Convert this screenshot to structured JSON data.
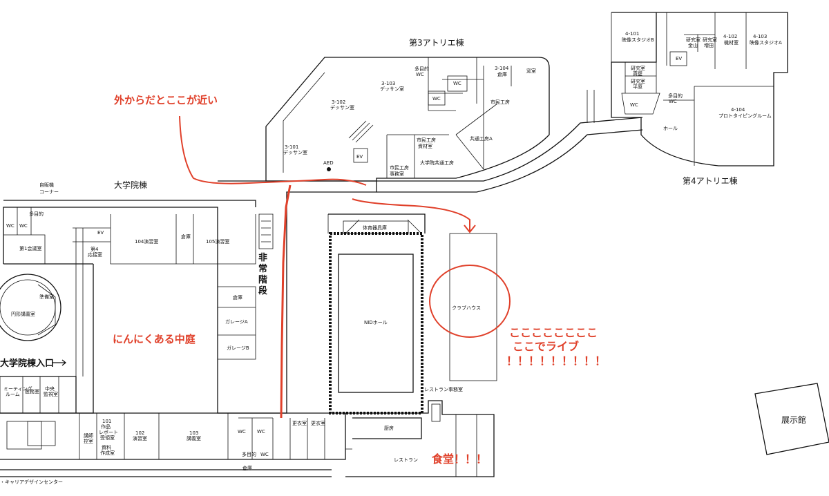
{
  "buildings": {
    "atelier3": "第3アトリエ棟",
    "atelier4": "第4アトリエ棟",
    "grad": "大学院棟",
    "grad_entrance": "大学院棟入口",
    "exhibit": "展示館",
    "stairs": "非常階段"
  },
  "rooms": {
    "r3_101": "3-101",
    "r3_101b": "デッサン室",
    "r3_102": "3-102",
    "r3_102b": "デッサン室",
    "r3_103": "3-103",
    "r3_103b": "デッサン室",
    "r3_104": "3-104",
    "r3_104b": "倉庫",
    "warehouse_a3": "窯室",
    "mp_wc": "多目的",
    "mp_wc2": "WC",
    "wc": "WC",
    "citizen_workshop": "市民工房",
    "shared_workshop_a": "共通工房A",
    "citizen_mat": "市民工房",
    "citizen_mat2": "資材室",
    "grad_shared": "大学院共通工房",
    "citizen_office": "市民工房",
    "citizen_office2": "事務室",
    "ev": "EV",
    "aed": "AED",
    "r4_101": "4-101",
    "r4_101b": "映像スタジオB",
    "r4_102": "4-102",
    "r4_102b": "機材室",
    "r4_103": "4-103",
    "r4_103b": "映像スタジオA",
    "r4_104": "4-104",
    "r4_104b": "プロトタイピングルーム",
    "lab_kaneyama": "研究室",
    "lab_kaneyama2": "金山",
    "lab_masuda": "研究室",
    "lab_masuda2": "増田",
    "lab_managabe": "研究室",
    "lab_managabe2": "真壁",
    "lab_hirahara": "研究室",
    "lab_hirahara2": "平原",
    "hall": "ホール",
    "vending": "自販機",
    "corner": "コーナー",
    "meeting1": "第1会議室",
    "reception4": "第4",
    "reception4b": "応接室",
    "r104": "104演習室",
    "r105": "105演習室",
    "storage": "倉庫",
    "circle": "円形講義室",
    "prep": "準備室",
    "garage_a": "ガレージA",
    "garage_b": "ガレージB",
    "nid_hall": "NIDホール",
    "gym_storage": "体育器具庫",
    "club_house": "クラブハウス",
    "restaurant_office": "レストラン事務室",
    "kitchen": "厨房",
    "restaurant": "レストラン",
    "changing": "更衣室",
    "meeting_room": "ミーティング",
    "meeting_room2": "ルーム",
    "medical": "医務室",
    "central": "中央",
    "central2": "監視室",
    "lecturer": "講師",
    "lecturer2": "控室",
    "r101": "101",
    "r101b": "作品",
    "r101c": "レポート",
    "r101d": "受領室",
    "r101e": "資料",
    "r101f": "作成室",
    "r102": "102",
    "r102b": "演習室",
    "r103": "103",
    "r103b": "講義室",
    "career": "・キャリアデザインセンター"
  },
  "annotations": {
    "near_outside": "外からだとここが近い",
    "garlic": "にんにくある中庭",
    "live1": "ここここここここ",
    "live2": "ここでライブ",
    "live3": "！！！！！！！！！",
    "canteen": "食堂！！！"
  },
  "colors": {
    "annotation": "#e0402a",
    "wall": "#111111"
  }
}
